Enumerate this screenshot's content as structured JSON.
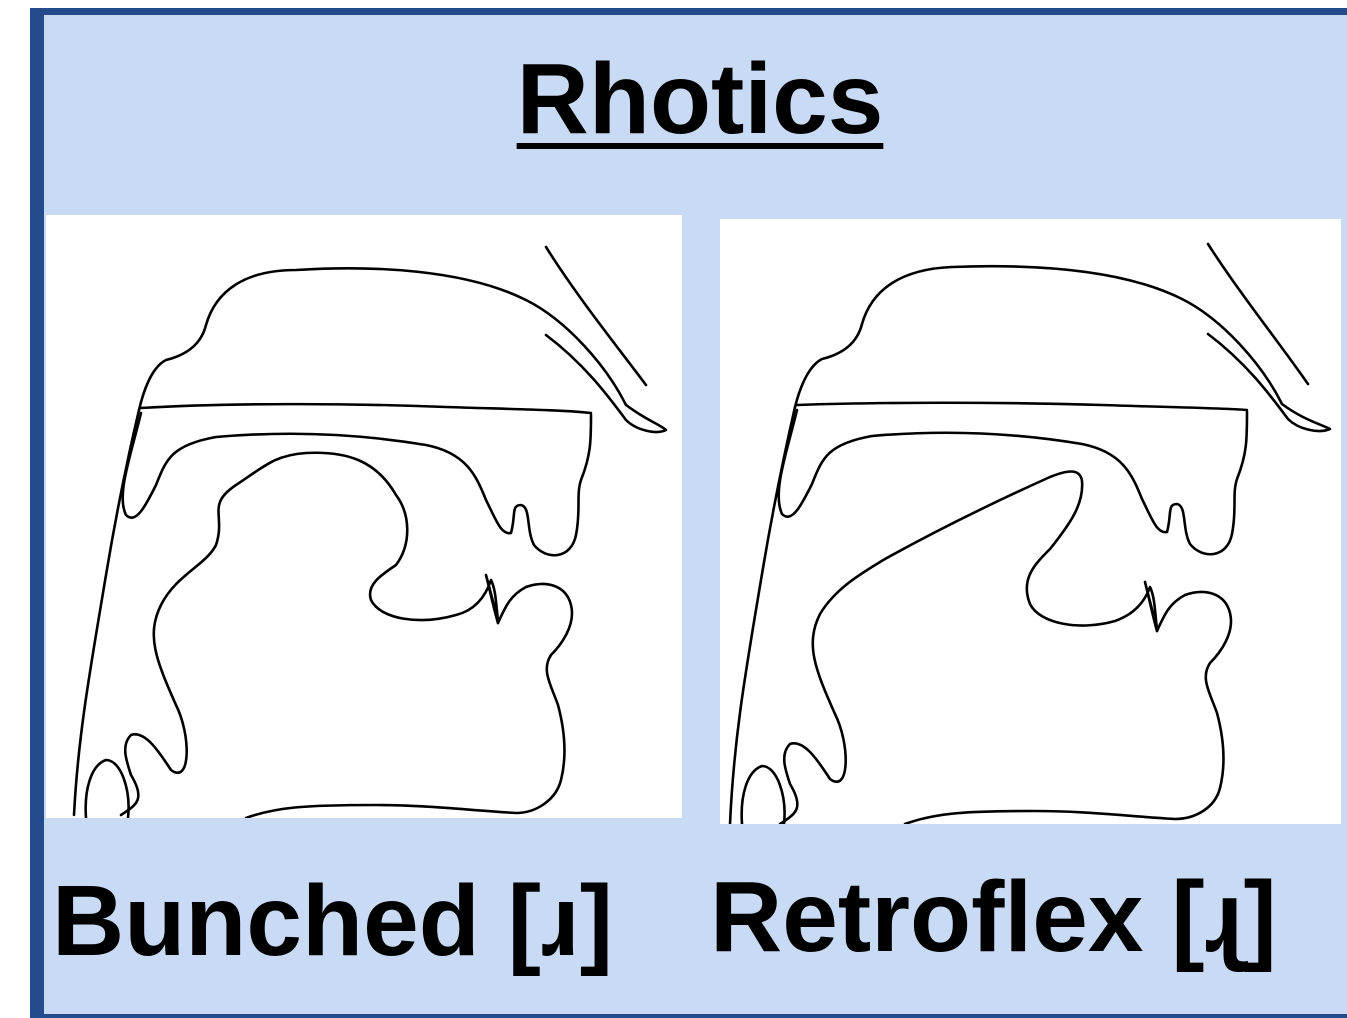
{
  "title": "Rhotics",
  "panels": [
    {
      "label": "Bunched [ɹ]",
      "tongue_shape": "bunched"
    },
    {
      "label": "Retroflex [ɻ]",
      "tongue_shape": "retroflex"
    }
  ],
  "colors": {
    "frame_border": "#234a8a",
    "background": "#c9daf5",
    "panel_fill": "#ffffff",
    "ink": "#000000"
  }
}
